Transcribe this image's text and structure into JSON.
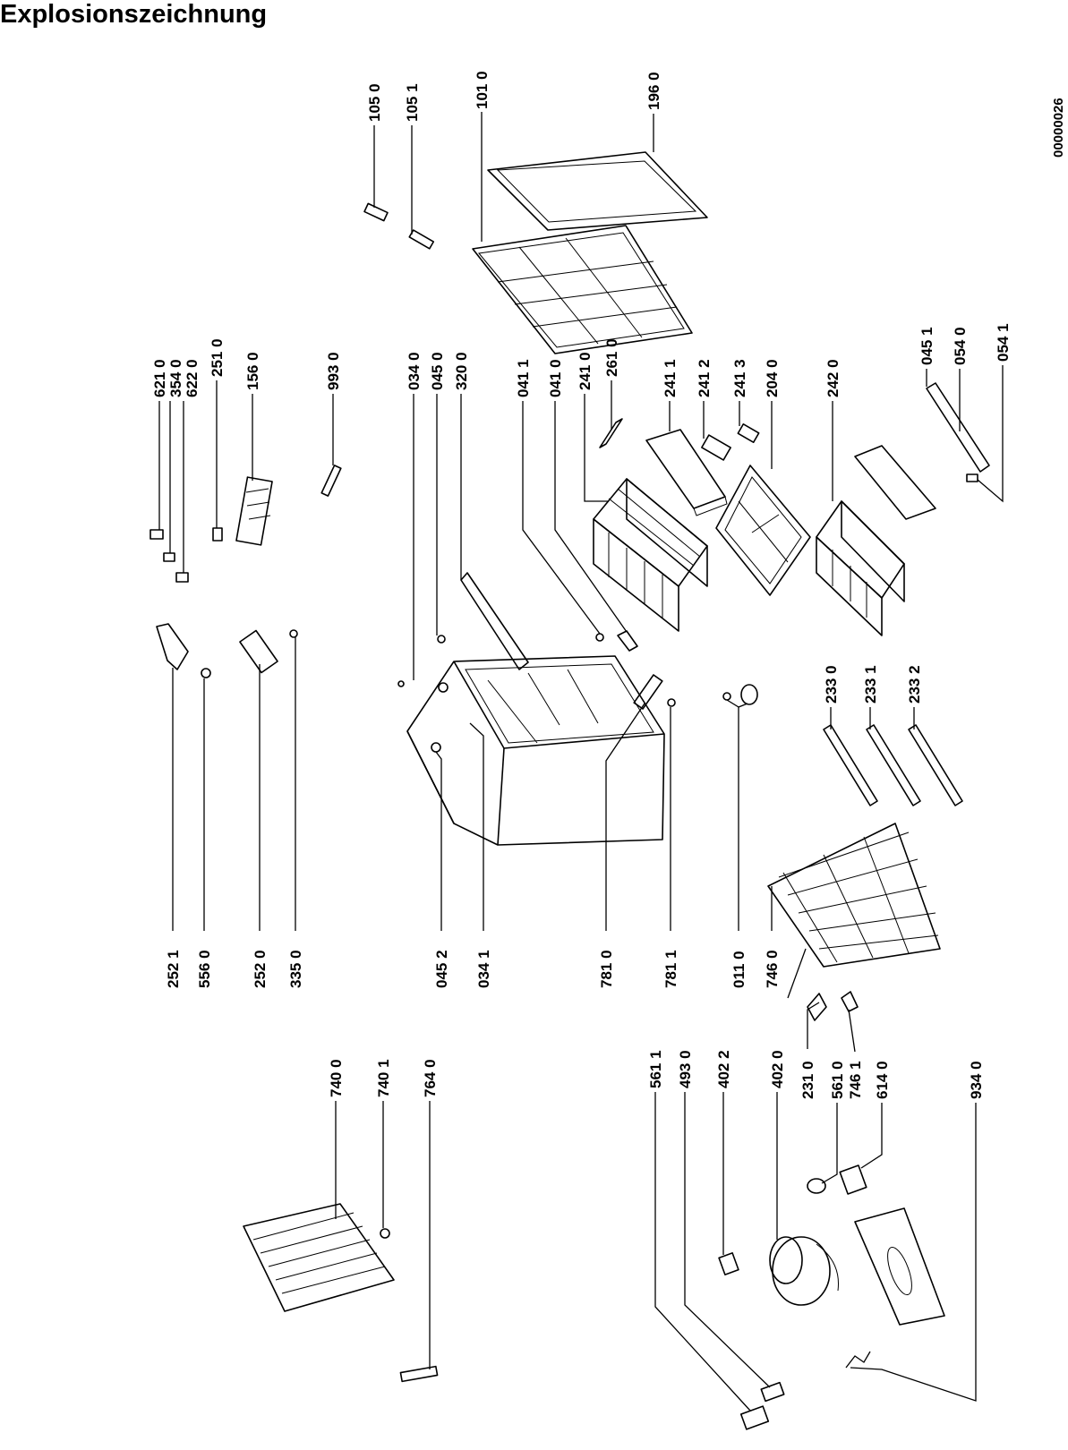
{
  "title": "Explosionszeichnung",
  "document_number": "00000026",
  "part_numbers": [
    "252 1",
    "556 0",
    "252 0",
    "335 0",
    "621 0",
    "354 0",
    "622 0",
    "251 0",
    "156 0",
    "993 0",
    "105 0",
    "105 1",
    "101 0",
    "196 0",
    "034 0",
    "045 0",
    "320 0",
    "041 1",
    "041 0",
    "241 0",
    "261 0",
    "241 1",
    "241 2",
    "241 3",
    "204 0",
    "242 0",
    "045 1",
    "054 0",
    "054 1",
    "045 2",
    "034 1",
    "781 0",
    "781 1",
    "011 0",
    "746 0",
    "233 0",
    "233 1",
    "233 2",
    "740 0",
    "740 1",
    "764 0",
    "561 1",
    "493 0",
    "402 2",
    "402 0",
    "231 0",
    "561 0",
    "746 1",
    "614 0",
    "934 0"
  ]
}
